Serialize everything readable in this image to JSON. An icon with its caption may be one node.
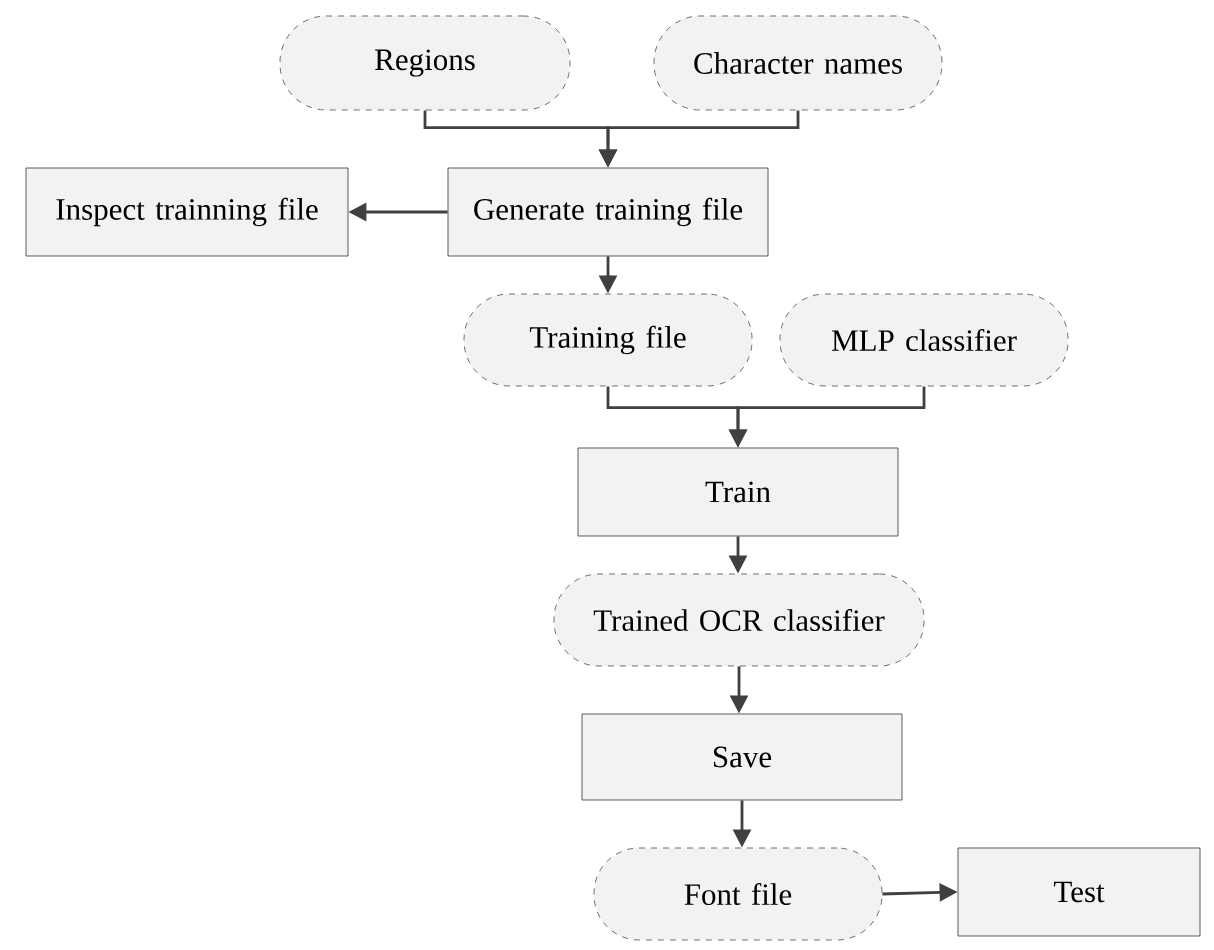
{
  "diagram": {
    "nodes": [
      {
        "text": [
          "Regions"
        ]
      },
      {
        "text": [
          "Character names"
        ]
      },
      {
        "text": [
          "Inspect trainning file"
        ]
      },
      {
        "text": [
          "Generate training file"
        ]
      },
      {
        "text": [
          "Training file"
        ]
      },
      {
        "text": [
          "MLP classifier"
        ]
      },
      {
        "text": [
          "Train"
        ]
      },
      {
        "text": [
          "Trained OCR classifier"
        ]
      },
      {
        "text": [
          "Save"
        ]
      },
      {
        "text": [
          "Font file"
        ]
      },
      {
        "text": [
          "Test"
        ]
      }
    ],
    "edges": [
      {
        "from": 0,
        "to": 3,
        "arrow": "to"
      },
      {
        "from": 1,
        "to": 3,
        "arrow": "to"
      },
      {
        "from": 3,
        "to": 2,
        "arrow": "to"
      },
      {
        "from": 3,
        "to": 4,
        "arrow": "to"
      },
      {
        "from": 4,
        "to": 6,
        "arrow": "to"
      },
      {
        "from": 5,
        "to": 6,
        "arrow": "to"
      },
      {
        "from": 6,
        "to": 7,
        "arrow": "to"
      },
      {
        "from": 7,
        "to": 8,
        "arrow": "to"
      },
      {
        "from": 8,
        "to": 9,
        "arrow": "to"
      },
      {
        "from": 9,
        "to": 10,
        "arrow": "to"
      }
    ]
  }
}
